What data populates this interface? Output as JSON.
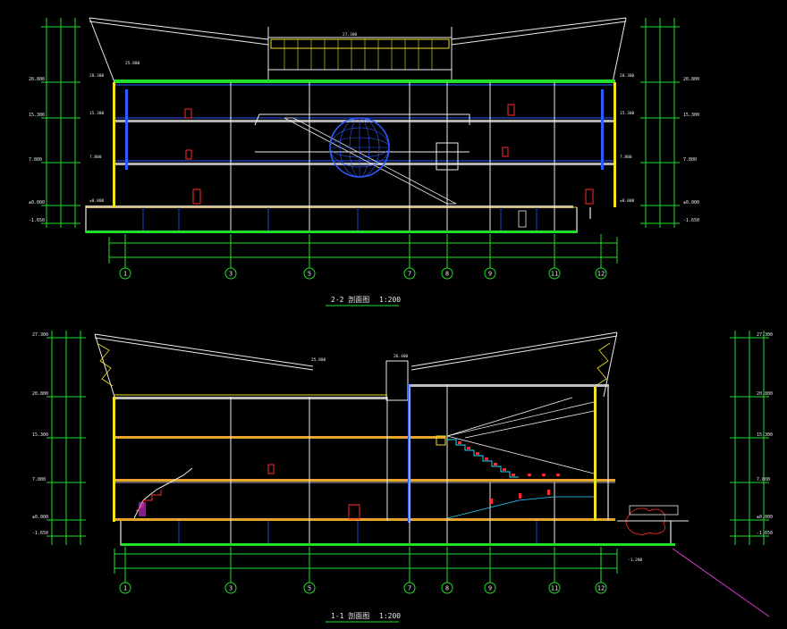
{
  "colors": {
    "background": "#000000",
    "green": "#22e02a",
    "yellow": "#f2e21e",
    "white": "#ececec",
    "orange": "#e9a22c",
    "blue": "#2f5cff",
    "red": "#ff2a2a",
    "cyan": "#2ad6ff",
    "magenta": "#d63ad8",
    "grey": "#9a9a9a"
  },
  "section_top": {
    "title": "2-2 剖面图",
    "scale": "1:200",
    "axis_labels": [
      "1",
      "3",
      "5",
      "7",
      "8",
      "9",
      "11",
      "12"
    ],
    "level_marks_left": [
      "20.800",
      "15.300",
      "7.800",
      "±0.000",
      "-1.650"
    ],
    "level_marks_right": [
      "20.800",
      "15.300",
      "7.800",
      "±0.000",
      "-1.650"
    ],
    "level_marks_inner_left": [
      "20.300",
      "15.300",
      "7.800",
      "±0.000"
    ],
    "level_marks_inner_right": [
      "20.300",
      "15.300",
      "7.800",
      "±0.000"
    ],
    "top_marks": [
      "27.300",
      "25.800"
    ]
  },
  "section_bottom": {
    "title": "1-1 剖面图",
    "scale": "1:200",
    "axis_labels": [
      "1",
      "3",
      "5",
      "7",
      "8",
      "9",
      "11",
      "12"
    ],
    "level_marks_left": [
      "27.300",
      "20.800",
      "15.300",
      "7.800",
      "±0.000",
      "-1.650"
    ],
    "level_marks_right": [
      "27.300",
      "20.800",
      "15.300",
      "7.800",
      "±0.000",
      "-1.650"
    ],
    "top_marks": [
      "25.800",
      "26.400"
    ],
    "ground_mark": "-1.200"
  }
}
